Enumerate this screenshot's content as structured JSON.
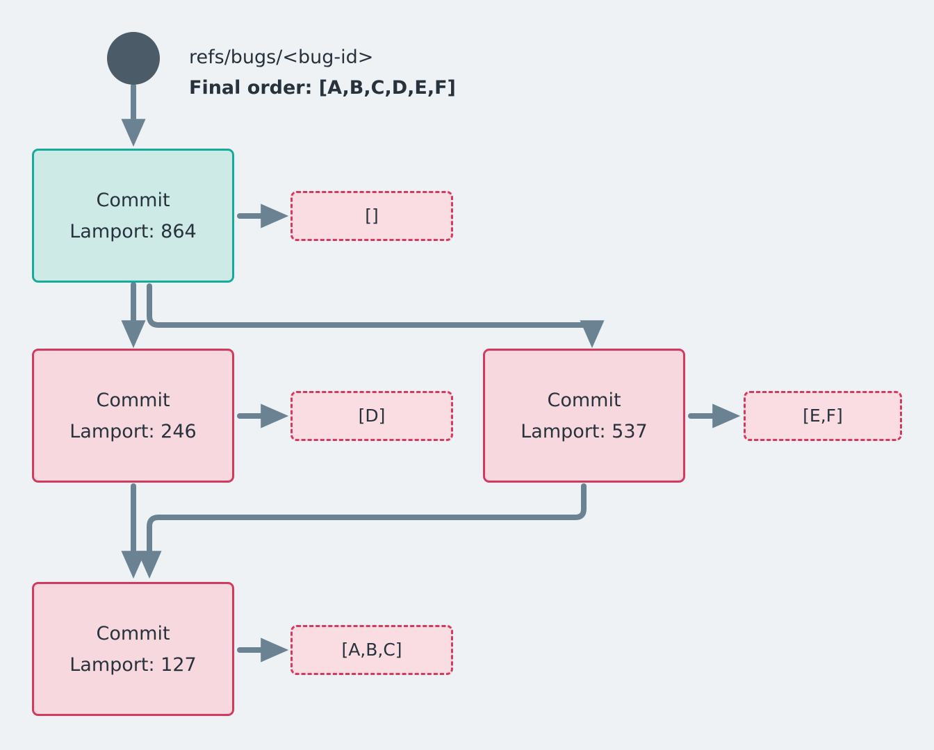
{
  "diagram": {
    "title_line1": "refs/bugs/<bug-id>",
    "title_line2": "Final order: [A,B,C,D,E,F]",
    "start_node_name": "start-ref-node",
    "colors": {
      "background": "#eff2f5",
      "start_node": "#4b5c68",
      "edge": "#6b8293",
      "head_commit_border": "#15ab9c",
      "head_commit_fill": "#cdeae7",
      "commit_border": "#d43a5d",
      "commit_fill": "#f7d8de",
      "note_border": "#d43a5d",
      "note_fill": "#f9dde2",
      "text": "#27323c"
    },
    "nodes": [
      {
        "id": "commit-864",
        "label": "Commit",
        "lamport_label": "Lamport: 864",
        "lamport": 864,
        "style": "teal",
        "note": "[]",
        "note_items": []
      },
      {
        "id": "commit-246",
        "label": "Commit",
        "lamport_label": "Lamport: 246",
        "lamport": 246,
        "style": "pink",
        "note": "[D]",
        "note_items": [
          "D"
        ]
      },
      {
        "id": "commit-537",
        "label": "Commit",
        "lamport_label": "Lamport: 537",
        "lamport": 537,
        "style": "pink",
        "note": "[E,F]",
        "note_items": [
          "E",
          "F"
        ]
      },
      {
        "id": "commit-127",
        "label": "Commit",
        "lamport_label": "Lamport: 127",
        "lamport": 127,
        "style": "pink",
        "note": "[A,B,C]",
        "note_items": [
          "A",
          "B",
          "C"
        ]
      }
    ],
    "edges": [
      {
        "from": "start-ref-node",
        "to": "commit-864"
      },
      {
        "from": "commit-864",
        "to": "commit-246"
      },
      {
        "from": "commit-864",
        "to": "commit-537"
      },
      {
        "from": "commit-246",
        "to": "commit-127"
      },
      {
        "from": "commit-537",
        "to": "commit-127"
      },
      {
        "from": "commit-864",
        "to": "note-864"
      },
      {
        "from": "commit-246",
        "to": "note-246"
      },
      {
        "from": "commit-537",
        "to": "note-537"
      },
      {
        "from": "commit-127",
        "to": "note-127"
      }
    ]
  }
}
